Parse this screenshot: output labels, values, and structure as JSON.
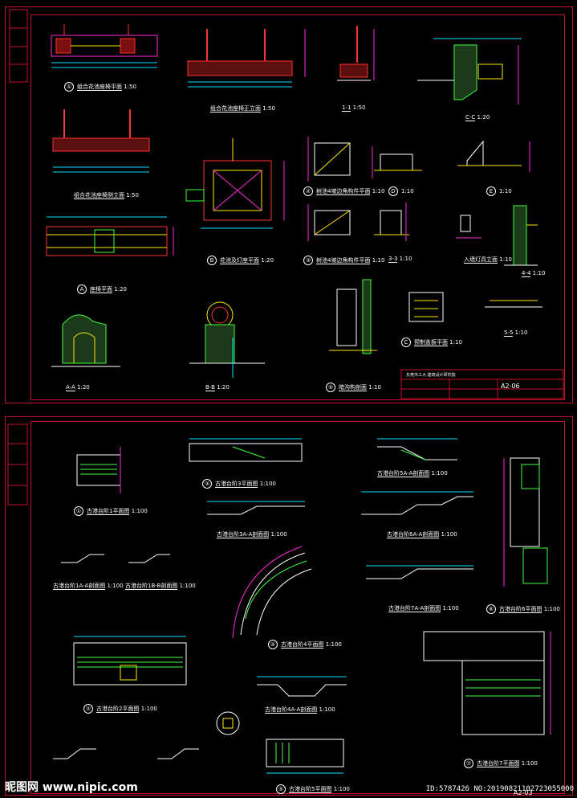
{
  "sheet1": {
    "sheet_no": "A2-06",
    "titleblock_company": "东莞市工大·建筑设计研究院",
    "details": [
      {
        "id": "d1",
        "num": "①",
        "title": "组合花池座椅平面",
        "scale": "1:50"
      },
      {
        "id": "d2",
        "num": "",
        "title": "组合花池座椅正立面",
        "scale": "1:50"
      },
      {
        "id": "d3",
        "num": "",
        "title": "1-1",
        "scale": "1:50"
      },
      {
        "id": "d4",
        "num": "",
        "title": "C-C",
        "scale": "1:20"
      },
      {
        "id": "d5",
        "num": "",
        "title": "组合花池座椅侧立面",
        "scale": "1:50"
      },
      {
        "id": "d6",
        "num": "②",
        "title": "树池4坡边角构件平面",
        "scale": "1:10"
      },
      {
        "id": "d7",
        "num": "D",
        "title": "",
        "scale": "1:10"
      },
      {
        "id": "d8",
        "num": "E",
        "title": "",
        "scale": "1:10"
      },
      {
        "id": "d9",
        "num": "A",
        "title": "座椅平面",
        "scale": "1:20"
      },
      {
        "id": "d10",
        "num": "B",
        "title": "花池及灯座平面",
        "scale": "1:20"
      },
      {
        "id": "d11",
        "num": "③",
        "title": "树池4坡边角构件平面",
        "scale": "1:10"
      },
      {
        "id": "d12",
        "num": "",
        "title": "3-3",
        "scale": "1:10"
      },
      {
        "id": "d13",
        "num": "",
        "title": "入墙灯具立面",
        "scale": "1:10"
      },
      {
        "id": "d14",
        "num": "",
        "title": "4-4",
        "scale": "1:10"
      },
      {
        "id": "d15",
        "num": "",
        "title": "A-A",
        "scale": "1:20"
      },
      {
        "id": "d16",
        "num": "",
        "title": "B-B",
        "scale": "1:20"
      },
      {
        "id": "d17",
        "num": "⑤",
        "title": "暗沟构剖面",
        "scale": "1:10"
      },
      {
        "id": "d18",
        "num": "C",
        "title": "预制盖板平面",
        "scale": "1:10"
      },
      {
        "id": "d19",
        "num": "",
        "title": "5-5",
        "scale": "1:10"
      }
    ]
  },
  "sheet2": {
    "sheet_no": "A2-03",
    "details": [
      {
        "id": "e1",
        "num": "①",
        "title": "古港台阶1平面图",
        "scale": "1:100"
      },
      {
        "id": "e2",
        "num": "③",
        "title": "古港台阶3平面图",
        "scale": "1:100"
      },
      {
        "id": "e3",
        "num": "",
        "title": "古港台阶5A-A剖面图",
        "scale": "1:100"
      },
      {
        "id": "e4",
        "num": "",
        "title": "古港台阶3A-A剖面图",
        "scale": "1:100"
      },
      {
        "id": "e5",
        "num": "",
        "title": "古港台阶6A-A剖面图",
        "scale": "1:100"
      },
      {
        "id": "e6",
        "num": "",
        "title": "古港台阶1A-A剖面图",
        "scale": "1:100"
      },
      {
        "id": "e7",
        "num": "",
        "title": "古港台阶1B-B剖面图",
        "scale": "1:100"
      },
      {
        "id": "e8",
        "num": "",
        "title": "古港台阶7A-A剖面图",
        "scale": "1:100"
      },
      {
        "id": "e9",
        "num": "⑥",
        "title": "古港台阶6平面图",
        "scale": "1:100"
      },
      {
        "id": "e10",
        "num": "④",
        "title": "古港台阶4平面图",
        "scale": "1:100"
      },
      {
        "id": "e11",
        "num": "②",
        "title": "古港台阶2平面图",
        "scale": "1:100"
      },
      {
        "id": "e12",
        "num": "",
        "title": "古港台阶4A-A剖面图",
        "scale": "1:100"
      },
      {
        "id": "e13",
        "num": "⑦",
        "title": "古港台阶7平面图",
        "scale": "1:100"
      },
      {
        "id": "e14",
        "num": "⑤",
        "title": "古港台阶5平面图",
        "scale": "1:100"
      }
    ]
  },
  "watermark": {
    "left": "昵图网 www.nipic.com",
    "right": "ID:5787426 NO:20190821102723055000"
  },
  "colors": {
    "frame": "#c8102e",
    "magenta": "#ff2bd6",
    "cyan": "#00e5ff",
    "yellow": "#ffe600",
    "green": "#3cff3c",
    "red": "#ff3030",
    "white": "#ffffff"
  }
}
